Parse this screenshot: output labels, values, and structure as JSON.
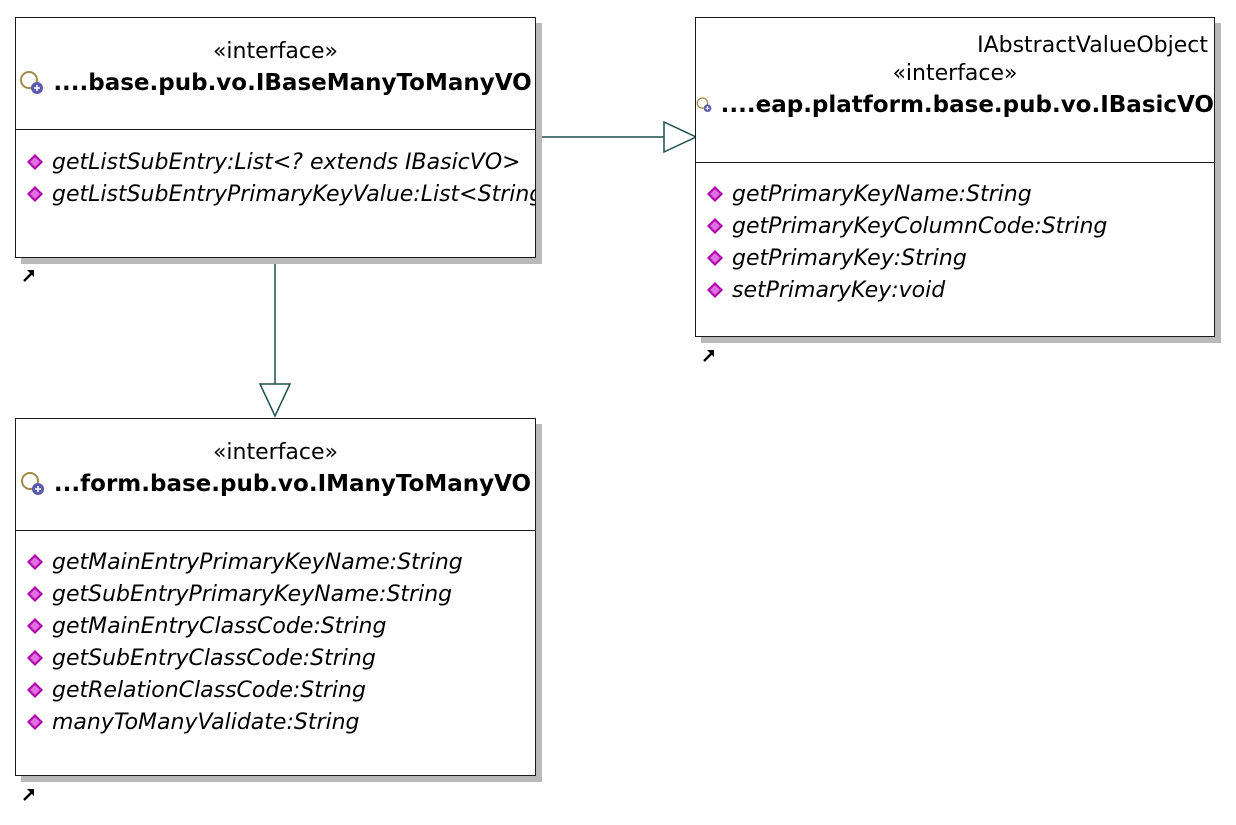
{
  "diagram": {
    "nodes": {
      "base_many_to_many": {
        "stereotype": "«interface»",
        "name": "....base.pub.vo.IBaseManyToManyVO",
        "icon": "interface-icon",
        "operations": [
          "getListSubEntry:List<? extends IBasicVO>",
          "getListSubEntryPrimaryKeyValue:List<String>"
        ]
      },
      "basic_vo": {
        "extra_label": "IAbstractValueObject",
        "stereotype": "«interface»",
        "name": "....eap.platform.base.pub.vo.IBasicVO",
        "icon": "interface-icon",
        "operations": [
          "getPrimaryKeyName:String",
          "getPrimaryKeyColumnCode:String",
          "getPrimaryKey:String",
          "setPrimaryKey:void"
        ]
      },
      "many_to_many": {
        "stereotype": "«interface»",
        "name": "...form.base.pub.vo.IManyToManyVO",
        "icon": "interface-icon",
        "operations": [
          "getMainEntryPrimaryKeyName:String",
          "getSubEntryPrimaryKeyName:String",
          "getMainEntryClassCode:String",
          "getSubEntryClassCode:String",
          "getRelationClassCode:String",
          "manyToManyValidate:String"
        ]
      }
    },
    "colors": {
      "edge": "#1f4f4f",
      "operation_icon": "#b000b0",
      "shadow": "#b9b9b9"
    },
    "operation_icon": "public-method-icon",
    "corner_icon": "resize-arrow-icon"
  }
}
